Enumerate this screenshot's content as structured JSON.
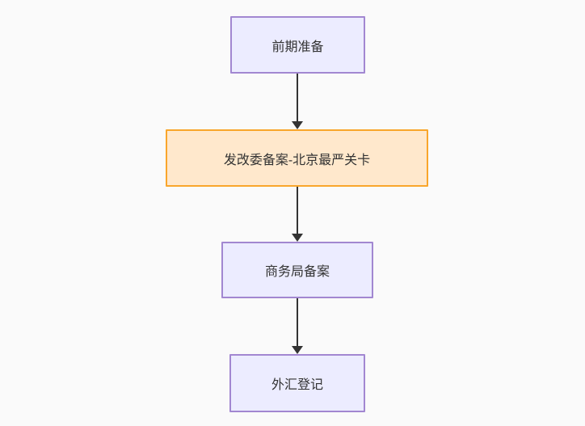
{
  "diagram": {
    "type": "flowchart",
    "direction": "top-down",
    "background_color": "#fafafa",
    "edge_color": "#333333",
    "nodes": [
      {
        "id": "preparation",
        "label": "前期准备",
        "fill": "#ececff",
        "stroke": "#a287d1",
        "variant": "default"
      },
      {
        "id": "ndrc-filing",
        "label": "发改委备案-北京最严关卡",
        "fill": "#ffe8cc",
        "stroke": "#f9a62b",
        "variant": "highlight"
      },
      {
        "id": "commerce-filing",
        "label": "商务局备案",
        "fill": "#ececff",
        "stroke": "#a287d1",
        "variant": "default"
      },
      {
        "id": "forex-registration",
        "label": "外汇登记",
        "fill": "#ececff",
        "stroke": "#a287d1",
        "variant": "default"
      }
    ],
    "edges": [
      {
        "from": "preparation",
        "to": "ndrc-filing",
        "style": "arrow-down"
      },
      {
        "from": "ndrc-filing",
        "to": "commerce-filing",
        "style": "arrow-down"
      },
      {
        "from": "commerce-filing",
        "to": "forex-registration",
        "style": "arrow-down"
      }
    ]
  }
}
